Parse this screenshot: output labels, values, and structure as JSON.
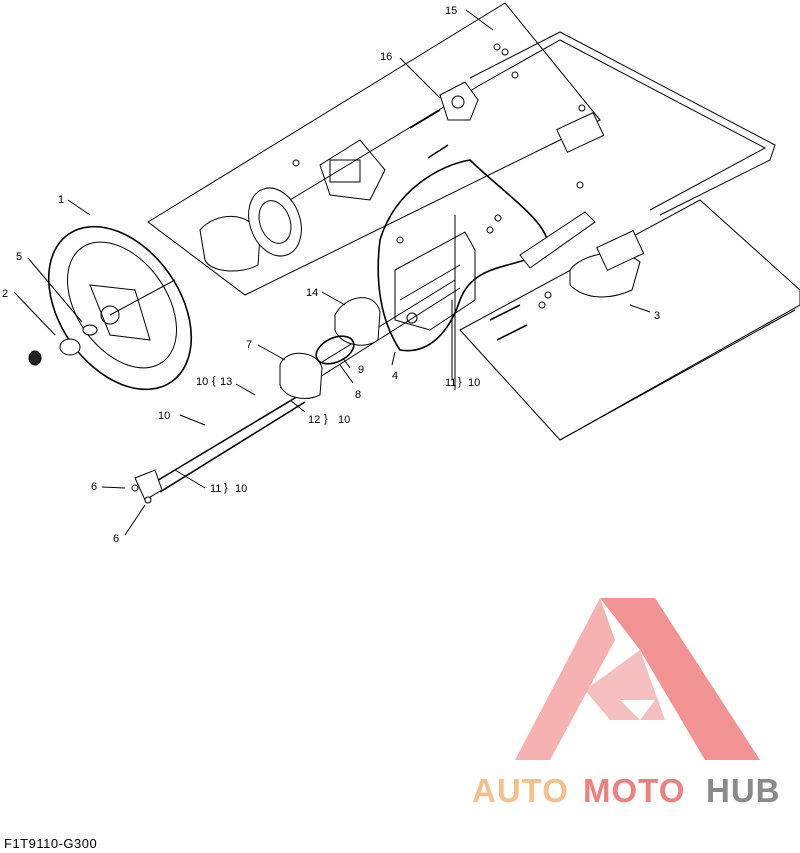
{
  "diagram": {
    "callouts": [
      {
        "id": "1",
        "text": "1"
      },
      {
        "id": "2",
        "text": "2"
      },
      {
        "id": "3",
        "text": "3"
      },
      {
        "id": "4",
        "text": "4"
      },
      {
        "id": "5",
        "text": "5"
      },
      {
        "id": "6a",
        "text": "6"
      },
      {
        "id": "6b",
        "text": "6"
      },
      {
        "id": "7",
        "text": "7"
      },
      {
        "id": "8",
        "text": "8"
      },
      {
        "id": "9",
        "text": "9"
      },
      {
        "id": "10",
        "text": "10"
      },
      {
        "id": "14",
        "text": "14"
      },
      {
        "id": "15",
        "text": "15"
      },
      {
        "id": "16",
        "text": "16"
      },
      {
        "id": "g1012",
        "text": "10"
      },
      {
        "id": "g1013",
        "text": "13"
      },
      {
        "id": "g1112",
        "text": "12"
      },
      {
        "id": "g1110",
        "text": "10"
      },
      {
        "id": "g2111",
        "text": "11"
      },
      {
        "id": "g2110",
        "text": "10"
      },
      {
        "id": "g3111",
        "text": "11"
      },
      {
        "id": "g3110",
        "text": "10"
      }
    ]
  },
  "footer": {
    "drawing_code": "F1T9110-G300"
  },
  "watermark": {
    "word_part1": "AUTO",
    "word_part2": "MOTO",
    "word_part3": "HUB",
    "colors": {
      "orange": "#f5c08a",
      "red": "#f08080",
      "grey": "#8a8a8a"
    }
  }
}
